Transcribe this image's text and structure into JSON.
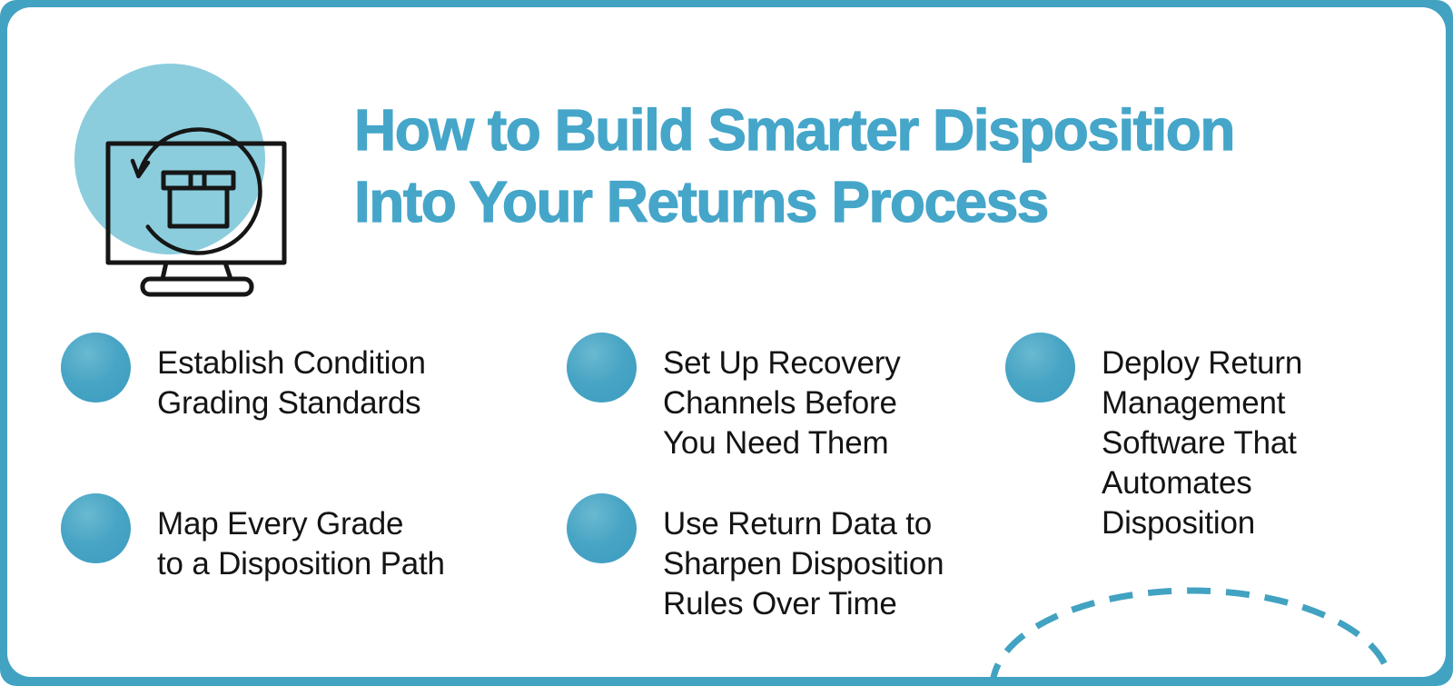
{
  "colors": {
    "frame": "#42a2c2",
    "accent": "#45a6c9",
    "icon-bg": "#8bcddd",
    "card-bg": "#ffffff",
    "text": "#141414",
    "line": "#161616"
  },
  "header": {
    "title": "How to Build Smarter Disposition\nInto Your Returns Process"
  },
  "icons": {
    "hero": "monitor-returns-loop-box-icon",
    "bullet": "dot-icon",
    "decor": "dashed-arc"
  },
  "bullets": [
    {
      "text": "Establish Condition\nGrading Standards"
    },
    {
      "text": "Set Up Recovery\nChannels Before\nYou Need Them"
    },
    {
      "text": "Deploy Return\nManagement\nSoftware That\nAutomates\nDisposition"
    },
    {
      "text": "Map Every Grade\nto a Disposition Path"
    },
    {
      "text": "Use Return Data to\nSharpen Disposition\nRules Over Time"
    }
  ]
}
